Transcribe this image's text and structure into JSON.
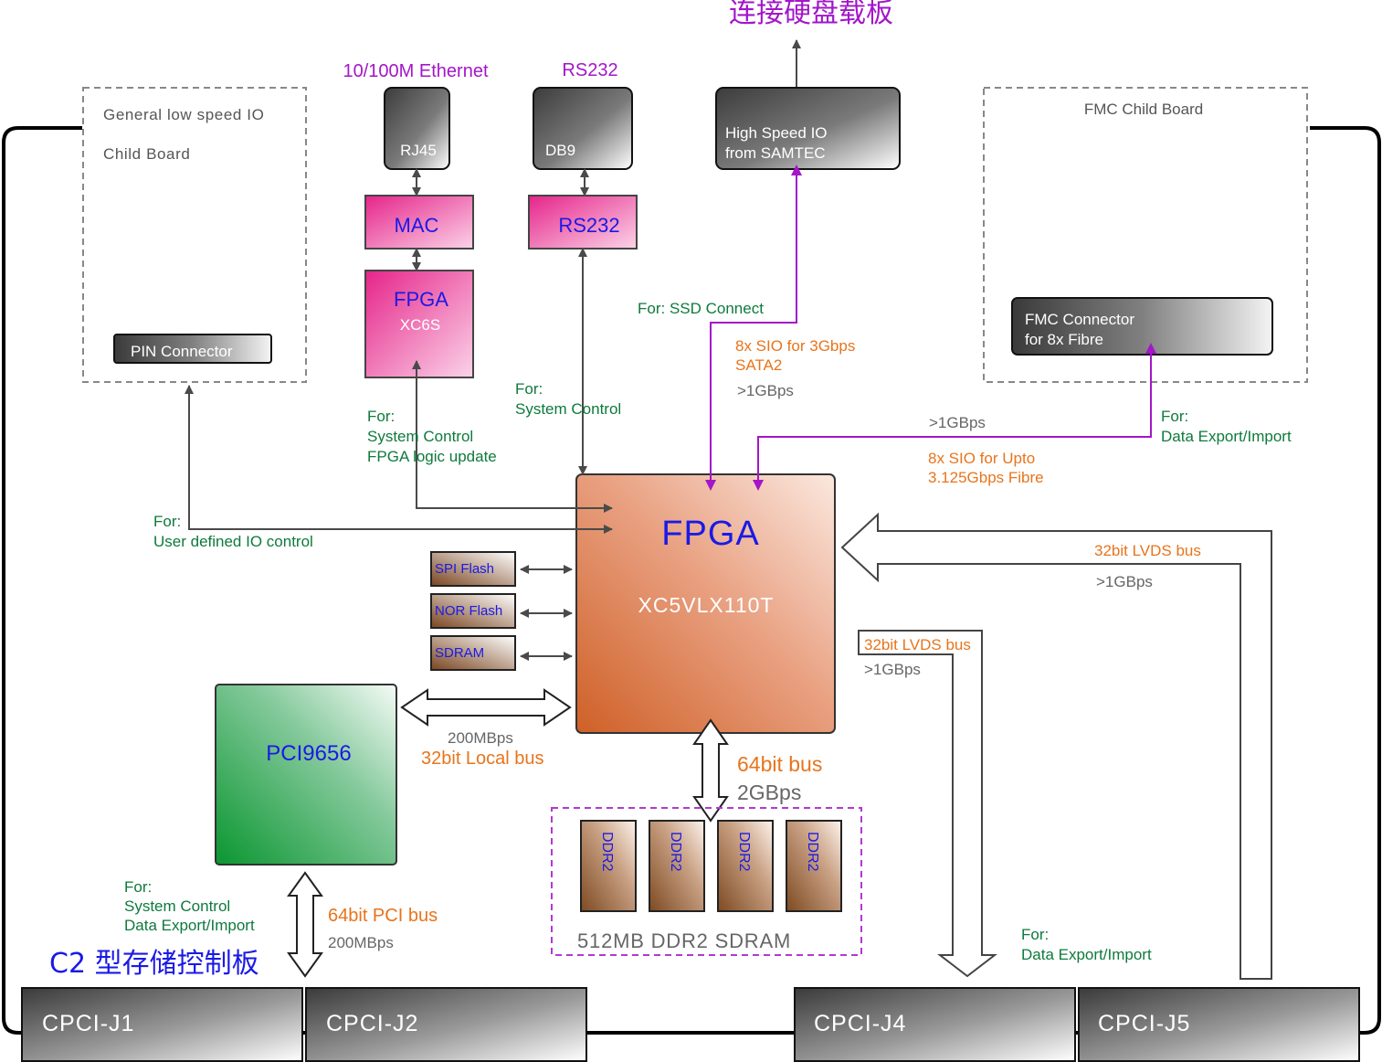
{
  "title_top": "连接硬盘载板",
  "board_name": "C2 型存储控制板",
  "colors": {
    "purple": "#a316c9",
    "green": "#0e7a3c",
    "orange": "#e8741c",
    "gray_text": "#666666",
    "blue": "#1a1ae6",
    "arrow": "#4a4a4a",
    "pink": "#e83592",
    "fpga_main": "#d26a34",
    "pci_green": "#1e9a3c"
  },
  "external_labels": {
    "ethernet": "10/100M Ethernet",
    "rs232_top": "RS232"
  },
  "connectors": {
    "rj45": "RJ45",
    "db9": "DB9",
    "samtec_line1": "High Speed IO",
    "samtec_line2": "from SAMTEC",
    "pin": "PIN Connector",
    "fmc_line1": "FMC Connector",
    "fmc_line2": "for 8x Fibre"
  },
  "child_boards": {
    "general_line1": "General low speed IO",
    "general_line2": "Child Board",
    "fmc": "FMC Child Board"
  },
  "blocks": {
    "mac": "MAC",
    "rs232": "RS232",
    "fpga_small": "FPGA",
    "fpga_small_part": "XC6S",
    "fpga_main": "FPGA",
    "fpga_main_part": "XC5VLX110T",
    "spi_flash": "SPI Flash",
    "nor_flash": "NOR Flash",
    "sdram": "SDRAM",
    "pci": "PCI9656",
    "ddr": [
      "DDR2",
      "DDR2",
      "DDR2",
      "DDR2"
    ],
    "ddr_group": "512MB DDR2 SDRAM"
  },
  "annotations": {
    "ssd_connect": "For: SSD Connect",
    "sio_sata_1": "8x SIO for 3Gbps",
    "sio_sata_2": "SATA2",
    "rate_sata": ">1GBps",
    "fpga_small_for_1": "For:",
    "fpga_small_for_2": "System Control",
    "fpga_small_for_3": "FPGA logic update",
    "rs232_for_1": "For:",
    "rs232_for_2": "System Control",
    "io_for_1": "For:",
    "io_for_2": "User defined IO control",
    "rate_fibre": ">1GBps",
    "sio_fibre_1": "8x SIO for Upto",
    "sio_fibre_2": "3.125Gbps Fibre",
    "fmc_for_1": "For:",
    "fmc_for_2": "Data Export/Import",
    "lvds_top": "32bit LVDS bus",
    "rate_lvds_top": ">1GBps",
    "lvds_mid": "32bit LVDS bus",
    "rate_lvds_mid": ">1GBps",
    "local_rate": "200MBps",
    "local_bus": "32bit Local bus",
    "ddr_bus": "64bit bus",
    "ddr_rate": "2GBps",
    "pci_for_1": "For:",
    "pci_for_2": "System Control",
    "pci_for_3": "Data Export/Import",
    "pci_bus": "64bit PCI bus",
    "pci_rate": "200MBps",
    "j4_for_1": "For:",
    "j4_for_2": "Data Export/Import"
  },
  "cpci": [
    "CPCI-J1",
    "CPCI-J2",
    "CPCI-J4",
    "CPCI-J5"
  ]
}
